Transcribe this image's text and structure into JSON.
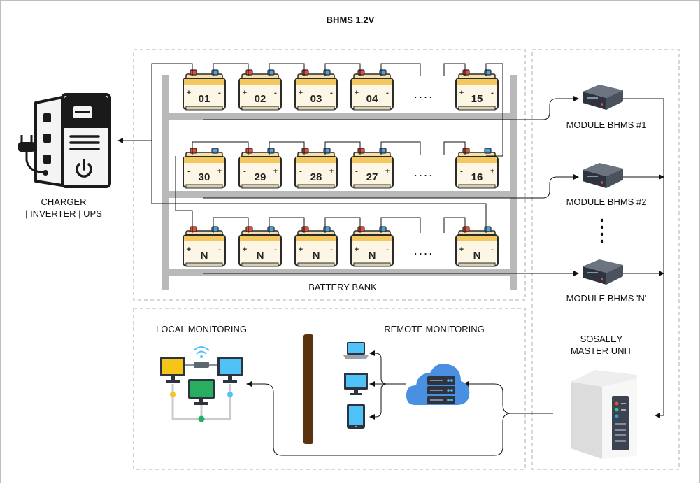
{
  "title": "BHMS 1.2V",
  "charger": {
    "label_line1": "CHARGER",
    "label_line2": "| INVERTER | UPS"
  },
  "battery_bank": {
    "label": "BATTERY BANK",
    "rows": [
      {
        "cells": [
          "01",
          "02",
          "03",
          "04",
          "15"
        ],
        "left_sign": "+",
        "right_sign": "-"
      },
      {
        "cells": [
          "30",
          "29",
          "28",
          "27",
          "16"
        ],
        "left_sign": "-",
        "right_sign": "+"
      },
      {
        "cells": [
          "N",
          "N",
          "N",
          "N",
          "N"
        ],
        "left_sign": "+",
        "right_sign": "-"
      }
    ],
    "ellipsis": ". . . ."
  },
  "modules": [
    "MODULE BHMS #1",
    "MODULE BHMS #2",
    "MODULE BHMS 'N'"
  ],
  "master": {
    "line1": "SOSALEY",
    "line2": "MASTER UNIT"
  },
  "local_monitoring": {
    "label": "LOCAL MONITORING"
  },
  "remote_monitoring": {
    "label": "REMOTE MONITORING"
  },
  "colors": {
    "shelf": "#b9b9b9",
    "battery_body": "#fdf6e4",
    "battery_band": "#f3c85e",
    "pole": "#5a3210",
    "cloud": "#4a90e2",
    "dashed": "#c9c9c9"
  }
}
